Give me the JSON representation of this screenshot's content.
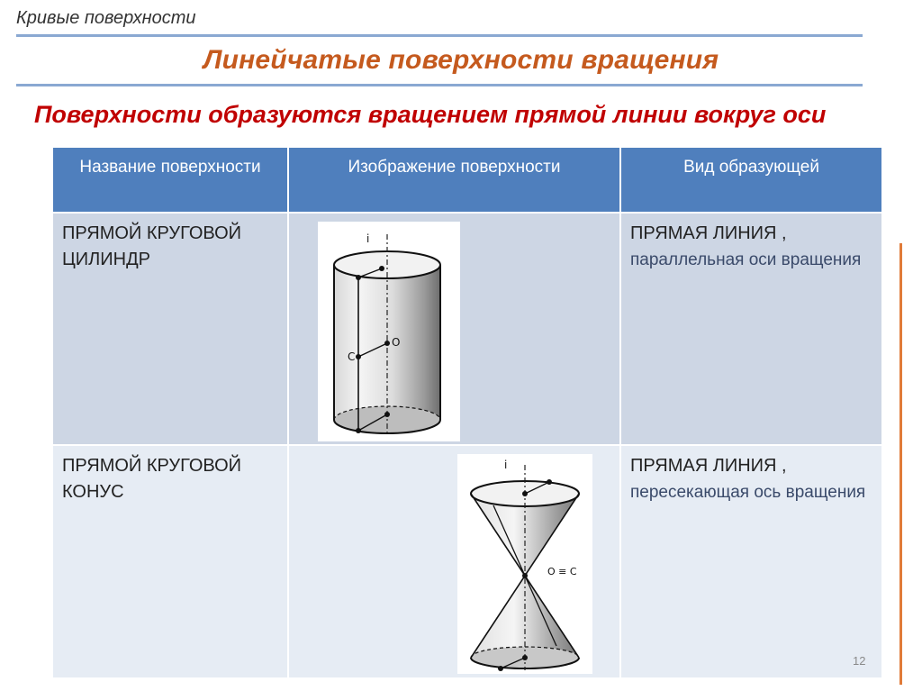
{
  "header": {
    "section_label": "Кривые поверхности",
    "title": "Линейчатые поверхности  вращения",
    "subtitle": "Поверхности образуются вращением прямой линии вокруг оси"
  },
  "table": {
    "columns": [
      "Название поверхности",
      "Изображение поверхности",
      "Вид образующей"
    ],
    "rows": [
      {
        "name": "ПРЯМОЙ КРУГОВОЙ ЦИЛИНДР",
        "figure_labels": [
          "i",
          "О",
          "С"
        ],
        "generatrix_main": "ПРЯМАЯ ЛИНИЯ ,",
        "generatrix_detail": "параллельная оси вращения"
      },
      {
        "name": "ПРЯМОЙ КРУГОВОЙ КОНУС",
        "figure_labels": [
          "i",
          "О ≡ С"
        ],
        "generatrix_main": "ПРЯМАЯ ЛИНИЯ ,",
        "generatrix_detail": "пересекающая ось вращения"
      }
    ]
  },
  "page_number": "12",
  "colors": {
    "title": "#c55a1e",
    "subtitle": "#c00000",
    "header_fill": "#4f7fbd",
    "row1_fill": "#cdd6e4",
    "row2_fill": "#e6ecf4",
    "rule": "#8aa8d2",
    "accent_bar": "#e07b39"
  }
}
